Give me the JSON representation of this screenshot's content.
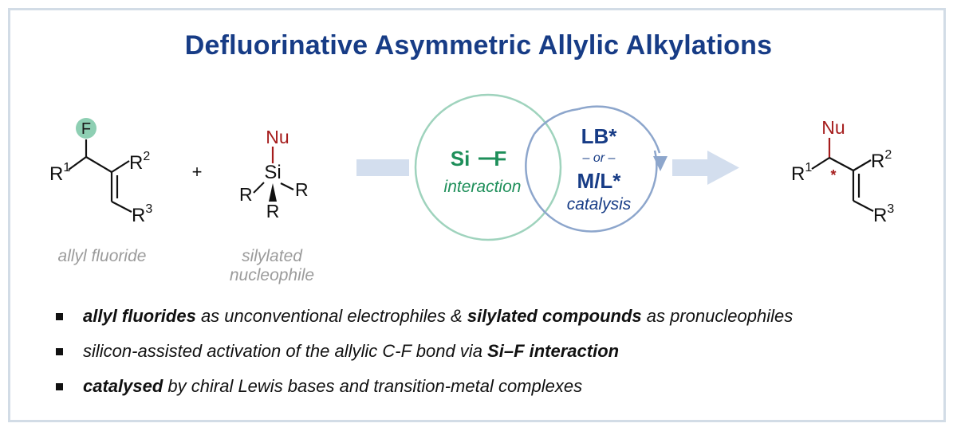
{
  "title": "Defluorinative Asymmetric Allylic Alkylations",
  "colors": {
    "title": "#173c86",
    "fluorine_highlight": "#8ecfb3",
    "nucleophile": "#a51c1c",
    "green_text": "#1e8f5a",
    "blue_text": "#173c86",
    "green_circle": "#9fd3bd",
    "blue_circle": "#8da6cc",
    "arrow": "#d3deee",
    "frame": "#d2dce6",
    "caption": "#9b9b9b"
  },
  "allyl_fluoride": {
    "f_label": "F",
    "r1": "R",
    "r1_sup": "1",
    "r2": "R",
    "r2_sup": "2",
    "r3": "R",
    "r3_sup": "3",
    "caption": "allyl fluoride"
  },
  "plus": "+",
  "silyl": {
    "nu": "Nu",
    "si": "Si",
    "r": "R",
    "caption_line1": "silylated",
    "caption_line2": "nucleophile"
  },
  "activation": {
    "sif": "Si",
    "sif_f": "F",
    "interaction": "interaction",
    "lb": "LB*",
    "or": "– or –",
    "ml": "M/L*",
    "catalysis": "catalysis"
  },
  "product": {
    "nu": "Nu",
    "star": "*",
    "r1": "R",
    "r1_sup": "1",
    "r2": "R",
    "r2_sup": "2",
    "r3": "R",
    "r3_sup": "3"
  },
  "bullets": [
    {
      "b1": "allyl fluorides",
      "t1": " as unconventional electrophiles & ",
      "b2": "silylated compounds",
      "t2": " as pronucleophiles"
    },
    {
      "t1": "silicon-assisted activation of the allylic C-F bond via ",
      "b2": "Si–F interaction"
    },
    {
      "b1": "catalysed",
      "t1": " by chiral Lewis bases and transition-metal complexes"
    }
  ]
}
